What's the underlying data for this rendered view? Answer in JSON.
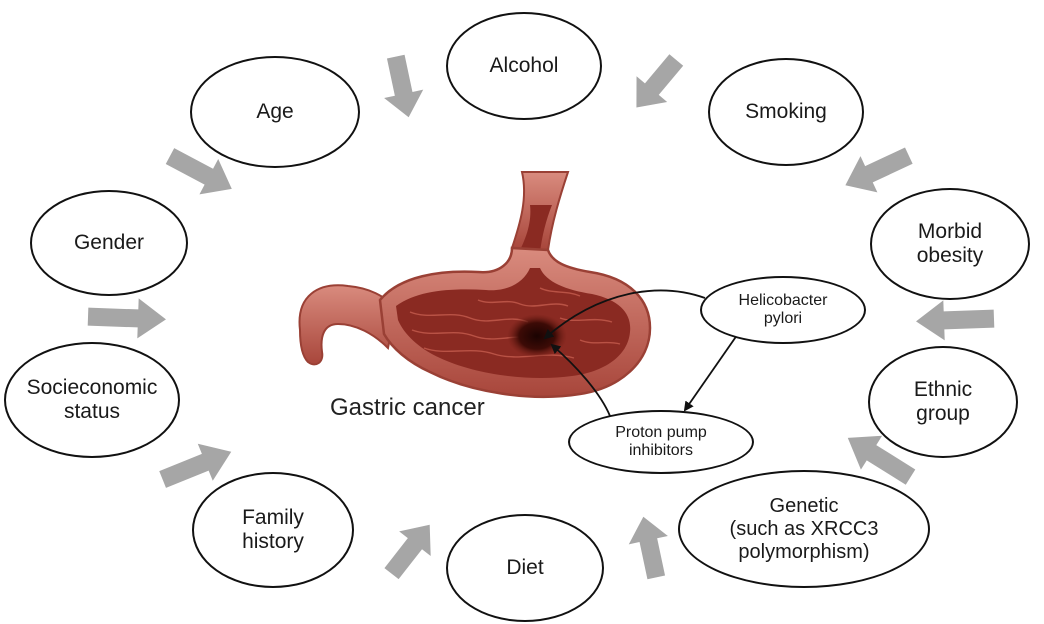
{
  "center": {
    "label": "Gastric cancer"
  },
  "factors": {
    "alcohol": "Alcohol",
    "smoking": "Smoking",
    "age": "Age",
    "morbid_obesity": "Morbid\nobesity",
    "gender": "Gender",
    "ethnic_group": "Ethnic\ngroup",
    "socioeconomic_status": "Socieconomic\nstatus",
    "family_history": "Family\nhistory",
    "diet": "Diet",
    "genetic": "Genetic\n(such as XRCC3\npolymorphism)"
  },
  "inner_factors": {
    "helicobacter": "Helicobacter\npylori",
    "ppi": "Proton pump\ninhibitors"
  },
  "colors": {
    "arrow": "#a6a6a6",
    "outline": "#111111",
    "stomach_wall": "#b8655a",
    "stomach_inner": "#8a2a22",
    "tumor": "#2a0805"
  }
}
